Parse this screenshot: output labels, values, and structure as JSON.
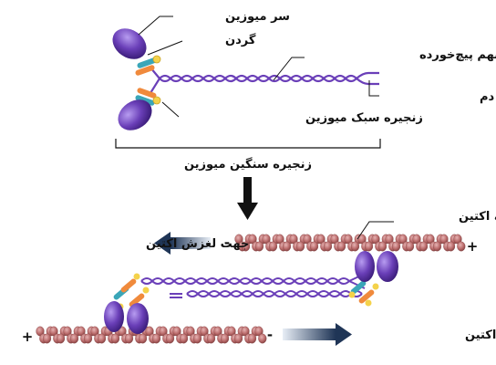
{
  "labels": {
    "myosin_head": "سر میوزین",
    "neck": "گردن",
    "coiled_tails": "دم‌های بهم پیچ‌خورده",
    "bare_tail_end": "انتهای صاف دم",
    "light_chain": "زنجیره سبک میوزین",
    "heavy_chain": "زنجیره سنگین میوزین",
    "actin_filament": "رشته اکتین",
    "slide_direction_top": "جهت لغزش اکتین",
    "slide_direction_bottom": "جهت لغزش اکتین"
  },
  "polarity": {
    "top_minus": "-",
    "top_plus": "+",
    "bottom_plus": "+",
    "bottom_minus": "-"
  },
  "colors": {
    "myosin_head": "#6a3fb8",
    "myosin_tail": "#6a3fb8",
    "actin": "#b96a6a",
    "neck_orange": "#f08a3c",
    "neck_teal": "#3aa6b8",
    "neck_yellow": "#f4d24a",
    "arrow_dark": "#1f3556"
  }
}
